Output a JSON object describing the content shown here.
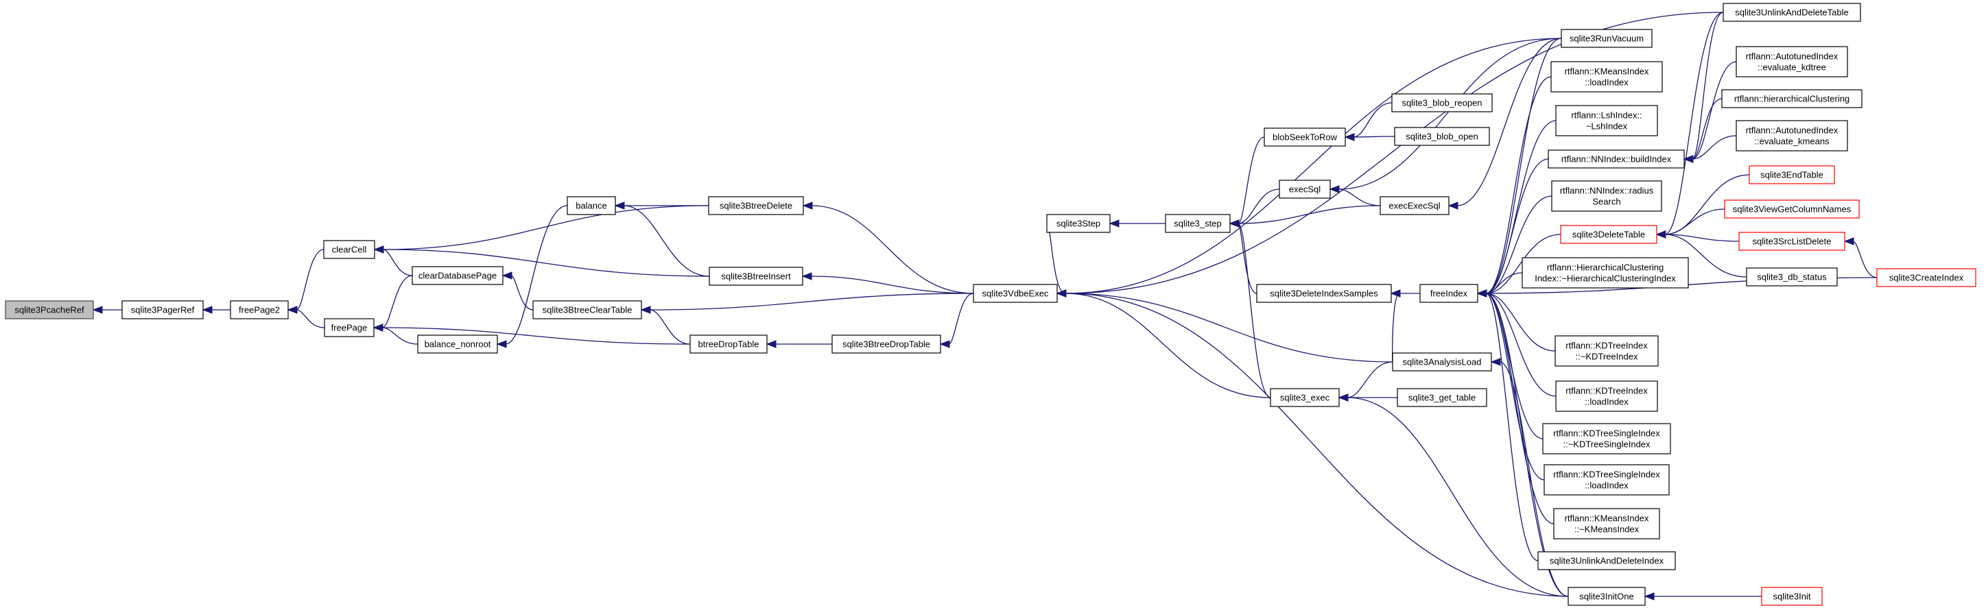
{
  "colors": {
    "edge": "#191970",
    "node_border": "#000000",
    "truncated_border": "#ff0000",
    "root_fill": "#bfbfbf",
    "background": "#ffffff"
  },
  "nodes": [
    {
      "id": "sqlite3PcacheRef",
      "lines": [
        "sqlite3PcacheRef"
      ],
      "root": true
    },
    {
      "id": "sqlite3PagerRef",
      "lines": [
        "sqlite3PagerRef"
      ]
    },
    {
      "id": "freePage2",
      "lines": [
        "freePage2"
      ]
    },
    {
      "id": "clearCell",
      "lines": [
        "clearCell"
      ]
    },
    {
      "id": "freePage",
      "lines": [
        "freePage"
      ]
    },
    {
      "id": "clearDatabasePage",
      "lines": [
        "clearDatabasePage"
      ]
    },
    {
      "id": "balance_nonroot",
      "lines": [
        "balance_nonroot"
      ]
    },
    {
      "id": "balance",
      "lines": [
        "balance"
      ]
    },
    {
      "id": "sqlite3BtreeDelete",
      "lines": [
        "sqlite3BtreeDelete"
      ]
    },
    {
      "id": "sqlite3BtreeInsert",
      "lines": [
        "sqlite3BtreeInsert"
      ]
    },
    {
      "id": "sqlite3BtreeClearTable",
      "lines": [
        "sqlite3BtreeClearTable"
      ]
    },
    {
      "id": "btreeDropTable",
      "lines": [
        "btreeDropTable"
      ]
    },
    {
      "id": "sqlite3BtreeDropTable",
      "lines": [
        "sqlite3BtreeDropTable"
      ]
    },
    {
      "id": "sqlite3VdbeExec",
      "lines": [
        "sqlite3VdbeExec"
      ]
    },
    {
      "id": "sqlite3Step",
      "lines": [
        "sqlite3Step"
      ]
    },
    {
      "id": "sqlite3_step",
      "lines": [
        "sqlite3_step"
      ]
    },
    {
      "id": "blobSeekToRow",
      "lines": [
        "blobSeekToRow"
      ]
    },
    {
      "id": "sqlite3_blob_reopen",
      "lines": [
        "sqlite3_blob_reopen"
      ]
    },
    {
      "id": "sqlite3_blob_open",
      "lines": [
        "sqlite3_blob_open"
      ]
    },
    {
      "id": "execSql",
      "lines": [
        "execSql"
      ]
    },
    {
      "id": "execExecSql",
      "lines": [
        "execExecSql"
      ]
    },
    {
      "id": "sqlite3DeleteIndexSamples",
      "lines": [
        "sqlite3DeleteIndexSamples"
      ]
    },
    {
      "id": "sqlite3AnalysisLoad",
      "lines": [
        "sqlite3AnalysisLoad"
      ]
    },
    {
      "id": "sqlite3_exec",
      "lines": [
        "sqlite3_exec"
      ]
    },
    {
      "id": "sqlite3_get_table",
      "lines": [
        "sqlite3_get_table"
      ]
    },
    {
      "id": "freeIndex",
      "lines": [
        "freeIndex"
      ]
    },
    {
      "id": "sqlite3UnlinkAndDeleteTable",
      "lines": [
        "sqlite3UnlinkAndDeleteTable"
      ]
    },
    {
      "id": "sqlite3RunVacuum",
      "lines": [
        "sqlite3RunVacuum"
      ]
    },
    {
      "id": "km_loadIndex",
      "lines": [
        "rtflann::KMeansIndex",
        "::loadIndex"
      ]
    },
    {
      "id": "lsh_dtor",
      "lines": [
        "rtflann::LshIndex::",
        "~LshIndex"
      ]
    },
    {
      "id": "nn_buildIndex",
      "lines": [
        "rtflann::NNIndex::buildIndex"
      ]
    },
    {
      "id": "nn_radius",
      "lines": [
        "rtflann::NNIndex::radius",
        "Search"
      ]
    },
    {
      "id": "sqlite3DeleteTable",
      "lines": [
        "sqlite3DeleteTable"
      ],
      "truncated": true
    },
    {
      "id": "hc_dtor",
      "lines": [
        "rtflann::HierarchicalClustering",
        "Index::~HierarchicalClusteringIndex"
      ]
    },
    {
      "id": "kdt_dtor",
      "lines": [
        "rtflann::KDTreeIndex",
        "::~KDTreeIndex"
      ]
    },
    {
      "id": "kdt_loadIndex",
      "lines": [
        "rtflann::KDTreeIndex",
        "::loadIndex"
      ]
    },
    {
      "id": "kdts_dtor",
      "lines": [
        "rtflann::KDTreeSingleIndex",
        "::~KDTreeSingleIndex"
      ]
    },
    {
      "id": "kdts_loadIndex",
      "lines": [
        "rtflann::KDTreeSingleIndex",
        "::loadIndex"
      ]
    },
    {
      "id": "km_dtor",
      "lines": [
        "rtflann::KMeansIndex",
        "::~KMeansIndex"
      ]
    },
    {
      "id": "sqlite3UnlinkAndDeleteIndex",
      "lines": [
        "sqlite3UnlinkAndDeleteIndex"
      ]
    },
    {
      "id": "sqlite3InitOne",
      "lines": [
        "sqlite3InitOne"
      ]
    },
    {
      "id": "sqlite3Init",
      "lines": [
        "sqlite3Init"
      ],
      "truncated": true
    },
    {
      "id": "auto_kdtree",
      "lines": [
        "rtflann::AutotunedIndex",
        "::evaluate_kdtree"
      ]
    },
    {
      "id": "hier_clustering",
      "lines": [
        "rtflann::hierarchicalClustering"
      ]
    },
    {
      "id": "auto_kmeans",
      "lines": [
        "rtflann::AutotunedIndex",
        "::evaluate_kmeans"
      ]
    },
    {
      "id": "sqlite3EndTable",
      "lines": [
        "sqlite3EndTable"
      ],
      "truncated": true
    },
    {
      "id": "sqlite3ViewGetColumnNames",
      "lines": [
        "sqlite3ViewGetColumnNames"
      ],
      "truncated": true
    },
    {
      "id": "sqlite3SrcListDelete",
      "lines": [
        "sqlite3SrcListDelete"
      ],
      "truncated": true
    },
    {
      "id": "sqlite3_db_status",
      "lines": [
        "sqlite3_db_status"
      ]
    },
    {
      "id": "sqlite3CreateIndex",
      "lines": [
        "sqlite3CreateIndex"
      ],
      "truncated": true
    }
  ],
  "edges": [
    [
      "sqlite3PcacheRef",
      "sqlite3PagerRef"
    ],
    [
      "sqlite3PagerRef",
      "freePage2"
    ],
    [
      "freePage2",
      "clearCell"
    ],
    [
      "freePage2",
      "freePage"
    ],
    [
      "clearCell",
      "clearDatabasePage"
    ],
    [
      "clearCell",
      "sqlite3BtreeDelete"
    ],
    [
      "clearCell",
      "sqlite3BtreeInsert"
    ],
    [
      "freePage",
      "clearDatabasePage"
    ],
    [
      "freePage",
      "balance_nonroot"
    ],
    [
      "freePage",
      "btreeDropTable"
    ],
    [
      "balance_nonroot",
      "balance"
    ],
    [
      "balance",
      "sqlite3BtreeDelete"
    ],
    [
      "balance",
      "sqlite3BtreeInsert"
    ],
    [
      "clearDatabasePage",
      "sqlite3BtreeClearTable"
    ],
    [
      "sqlite3BtreeClearTable",
      "btreeDropTable"
    ],
    [
      "sqlite3BtreeClearTable",
      "sqlite3VdbeExec"
    ],
    [
      "sqlite3BtreeDelete",
      "sqlite3VdbeExec"
    ],
    [
      "sqlite3BtreeInsert",
      "sqlite3VdbeExec"
    ],
    [
      "btreeDropTable",
      "sqlite3BtreeDropTable"
    ],
    [
      "sqlite3BtreeDropTable",
      "sqlite3VdbeExec"
    ],
    [
      "sqlite3VdbeExec",
      "sqlite3Step"
    ],
    [
      "sqlite3VdbeExec",
      "sqlite3UnlinkAndDeleteTable"
    ],
    [
      "sqlite3VdbeExec",
      "sqlite3RunVacuum"
    ],
    [
      "sqlite3VdbeExec",
      "sqlite3AnalysisLoad"
    ],
    [
      "sqlite3VdbeExec",
      "sqlite3_exec"
    ],
    [
      "sqlite3VdbeExec",
      "sqlite3InitOne"
    ],
    [
      "sqlite3Step",
      "sqlite3_step"
    ],
    [
      "sqlite3_step",
      "blobSeekToRow"
    ],
    [
      "sqlite3_step",
      "execSql"
    ],
    [
      "sqlite3_step",
      "execExecSql"
    ],
    [
      "sqlite3_step",
      "sqlite3DeleteIndexSamples"
    ],
    [
      "sqlite3_step",
      "sqlite3_exec"
    ],
    [
      "blobSeekToRow",
      "sqlite3_blob_reopen"
    ],
    [
      "blobSeekToRow",
      "sqlite3_blob_open"
    ],
    [
      "execSql",
      "execExecSql"
    ],
    [
      "execSql",
      "sqlite3RunVacuum"
    ],
    [
      "execExecSql",
      "sqlite3RunVacuum"
    ],
    [
      "sqlite3DeleteIndexSamples",
      "freeIndex"
    ],
    [
      "sqlite3DeleteIndexSamples",
      "sqlite3AnalysisLoad"
    ],
    [
      "sqlite3_exec",
      "sqlite3AnalysisLoad"
    ],
    [
      "sqlite3_exec",
      "sqlite3_get_table"
    ],
    [
      "sqlite3_exec",
      "sqlite3InitOne"
    ],
    [
      "sqlite3AnalysisLoad",
      "sqlite3InitOne"
    ],
    [
      "freeIndex",
      "sqlite3RunVacuum"
    ],
    [
      "freeIndex",
      "km_loadIndex"
    ],
    [
      "freeIndex",
      "lsh_dtor"
    ],
    [
      "freeIndex",
      "nn_buildIndex"
    ],
    [
      "freeIndex",
      "nn_radius"
    ],
    [
      "freeIndex",
      "sqlite3DeleteTable"
    ],
    [
      "freeIndex",
      "hc_dtor"
    ],
    [
      "freeIndex",
      "kdt_dtor"
    ],
    [
      "freeIndex",
      "kdt_loadIndex"
    ],
    [
      "freeIndex",
      "kdts_dtor"
    ],
    [
      "freeIndex",
      "kdts_loadIndex"
    ],
    [
      "freeIndex",
      "km_dtor"
    ],
    [
      "freeIndex",
      "sqlite3UnlinkAndDeleteIndex"
    ],
    [
      "freeIndex",
      "sqlite3InitOne"
    ],
    [
      "freeIndex",
      "sqlite3CreateIndex"
    ],
    [
      "nn_buildIndex",
      "sqlite3UnlinkAndDeleteTable"
    ],
    [
      "nn_buildIndex",
      "auto_kdtree"
    ],
    [
      "nn_buildIndex",
      "hier_clustering"
    ],
    [
      "nn_buildIndex",
      "auto_kmeans"
    ],
    [
      "sqlite3DeleteTable",
      "sqlite3EndTable"
    ],
    [
      "sqlite3DeleteTable",
      "sqlite3ViewGetColumnNames"
    ],
    [
      "sqlite3DeleteTable",
      "sqlite3SrcListDelete"
    ],
    [
      "sqlite3DeleteTable",
      "sqlite3_db_status"
    ],
    [
      "sqlite3DeleteTable",
      "sqlite3UnlinkAndDeleteTable"
    ],
    [
      "sqlite3SrcListDelete",
      "sqlite3CreateIndex"
    ],
    [
      "sqlite3InitOne",
      "sqlite3Init"
    ]
  ]
}
